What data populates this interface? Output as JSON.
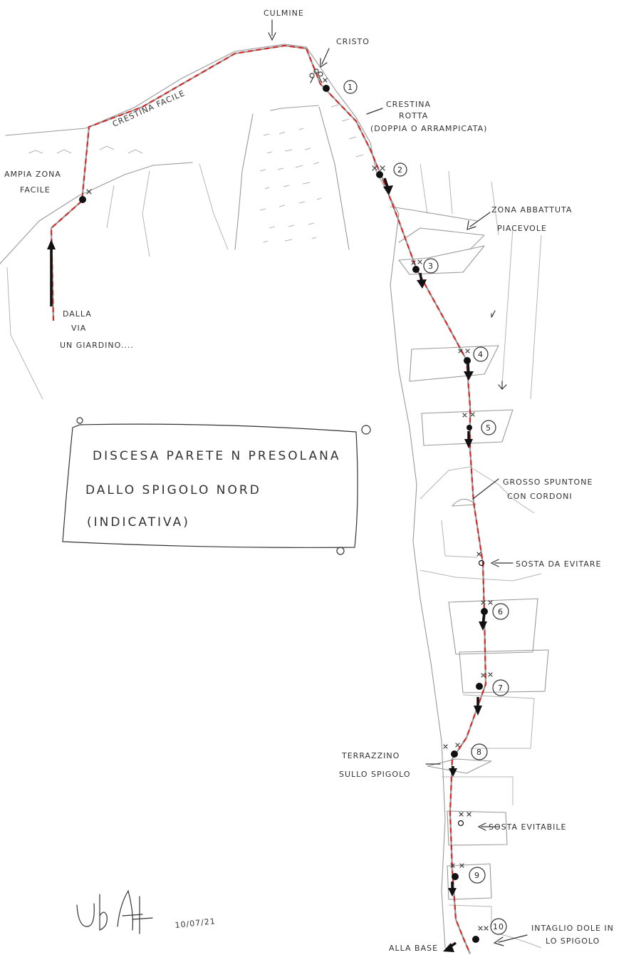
{
  "labels": {
    "culmine": "CULMINE",
    "cristo": "CRISTO",
    "cresta_facile": "CRESTINA FACILE",
    "ampia_zona": "AMPIA ZONA",
    "facile": "FACILE",
    "dalla": "DALLA",
    "via": "VIA",
    "un_giardino": "UN GIARDINO....",
    "crestina_rotta_1": "CRESTINA",
    "crestina_rotta_2": "ROTTA",
    "crestina_rotta_3": "(DOPPIA O ARRAMPICATA)",
    "zona_1": "ZONA ABBATTUTA",
    "zona_2": "PIACEVOLE",
    "grosso_1": "GROSSO SPUNTONE",
    "grosso_2": "CON CORDONI",
    "sosta_evitare": "SOSTA DA EVITARE",
    "terrazzino_1": "TERRAZZINO",
    "terrazzino_2": "SULLO SPIGOLO",
    "sosta_evitabile": "SOSTA EVITABILE",
    "intaglio_1": "INTAGLIO DOLE IN",
    "intaglio_2": "LO SPIGOLO",
    "alla_base": "ALLA BASE"
  },
  "title": {
    "line1": "DISCESA PARETE N PRESOLANA",
    "line2": "DALLO SPIGOLO NORD",
    "line3": "(INDICATIVA)"
  },
  "stations": [
    "1",
    "2",
    "3",
    "4",
    "5",
    "6",
    "7",
    "8",
    "9",
    "10"
  ],
  "signature": "Ub",
  "date": "10/07/21",
  "colors": {
    "route": "#d62a2a",
    "rock": "#9a9a9a",
    "ink": "#111111"
  }
}
